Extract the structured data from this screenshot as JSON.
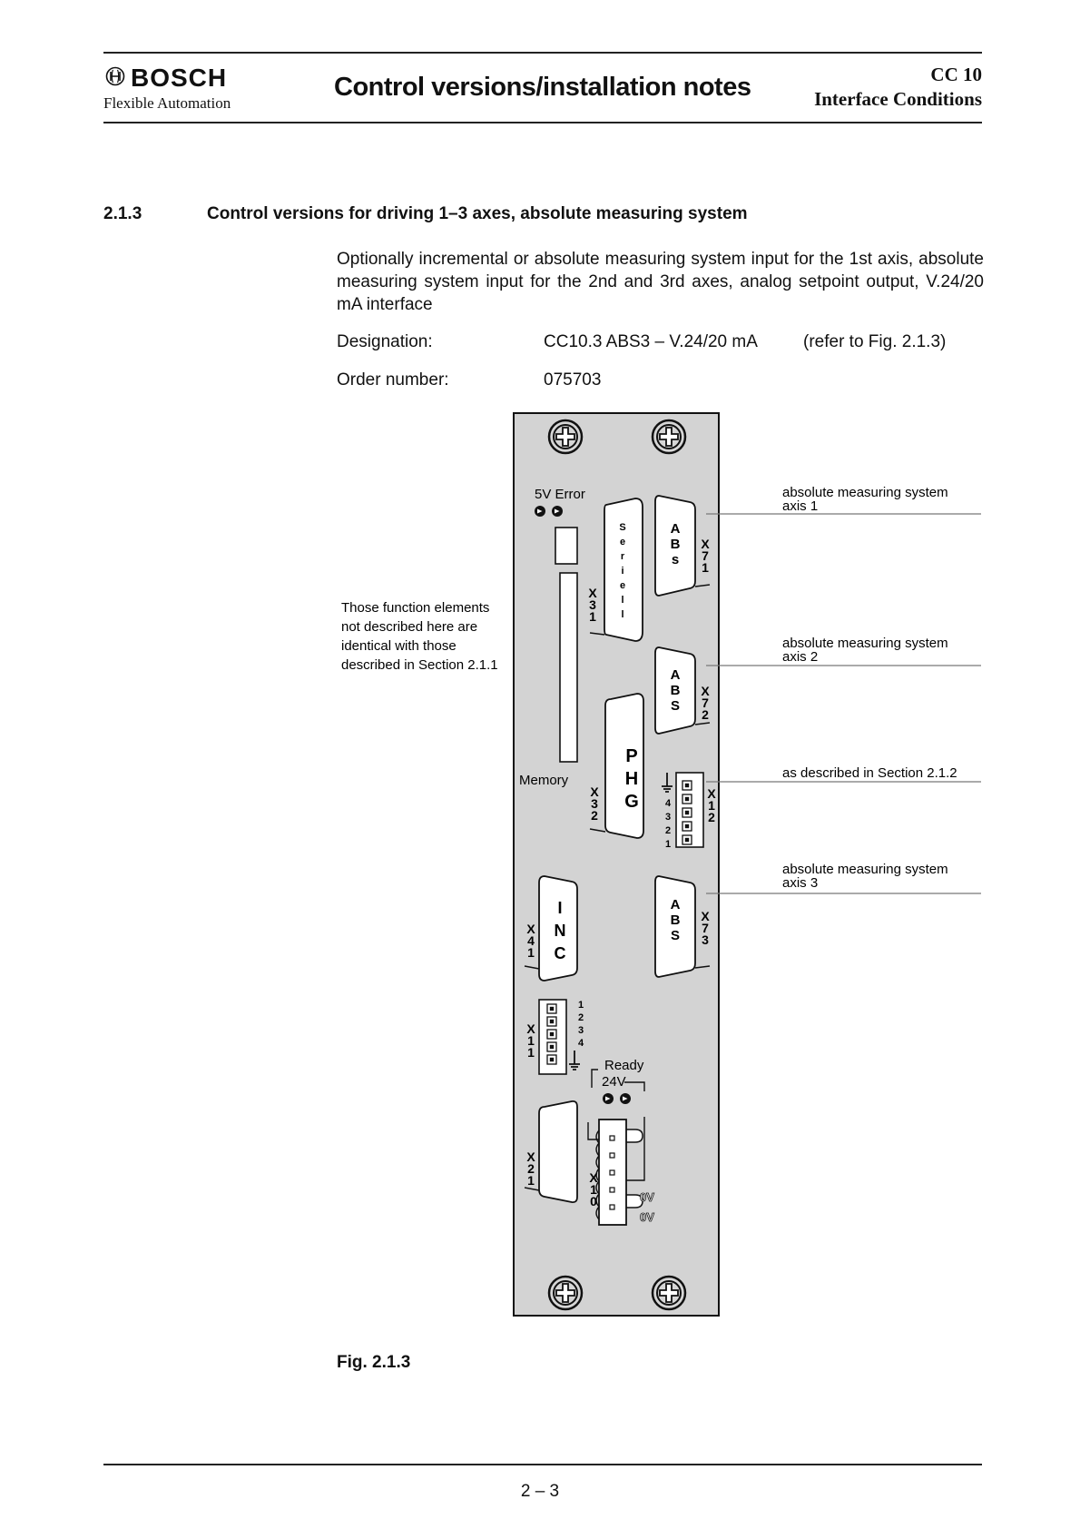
{
  "header": {
    "brand": "BOSCH",
    "brand_sub": "Flexible Automation",
    "title": "Control versions/installation notes",
    "right_line1": "CC 10",
    "right_line2": "Interface Conditions"
  },
  "section": {
    "number": "2.1.3",
    "title": "Control versions for driving 1–3 axes, absolute measuring system"
  },
  "body": {
    "paragraph": "Optionally incremental or absolute measuring system input for the 1st axis, absolute measuring system input for the 2nd and 3rd axes, analog setpoint output, V.24/20 mA interface",
    "designation_label": "Designation:",
    "designation_value": "CC10.3 ABS3 – V.24/20 mA",
    "designation_ref": "(refer to Fig. 2.1.3)",
    "order_label": "Order number:",
    "order_value": "075703"
  },
  "figure": {
    "caption": "Fig. 2.1.3",
    "callouts": {
      "axis1_line1": "absolute measuring system",
      "axis1_line2": "axis 1",
      "axis2_line1": "absolute measuring system",
      "axis2_line2": "axis 2",
      "section212": "as described in Section 2.1.2",
      "axis3_line1": "absolute measuring system",
      "axis3_line2": "axis 3"
    },
    "note_lines": [
      "Those function elements",
      "not described here are",
      "identical with those",
      "described in Section 2.1.1"
    ],
    "labels": {
      "led_top": "5V  Error",
      "memory": "Memory",
      "ready": "Ready",
      "v24": "24V",
      "ov1": "0V",
      "ov2": "0V"
    },
    "connectors": {
      "x31": [
        "X",
        "3",
        "1"
      ],
      "seriell": [
        "S",
        "e",
        "r",
        "i",
        "e",
        "l",
        "l"
      ],
      "x71": [
        "X",
        "7",
        "1"
      ],
      "abs1": [
        "A",
        "B",
        "s"
      ],
      "x72": [
        "X",
        "7",
        "2"
      ],
      "abs2": [
        "A",
        "B",
        "S"
      ],
      "x32": [
        "X",
        "3",
        "2"
      ],
      "phg": [
        "P",
        "H",
        "G"
      ],
      "x12": [
        "X",
        "1",
        "2"
      ],
      "x12_pins": [
        "4",
        "3",
        "2",
        "1"
      ],
      "x41": [
        "X",
        "4",
        "1"
      ],
      "inc": [
        "I",
        "N",
        "C"
      ],
      "x73": [
        "X",
        "7",
        "3"
      ],
      "abs3": [
        "A",
        "B",
        "S"
      ],
      "x11": [
        "X",
        "1",
        "1"
      ],
      "x11_pins": [
        "1",
        "2",
        "3",
        "4"
      ],
      "x21": [
        "X",
        "2",
        "1"
      ],
      "x10": [
        "X",
        "1",
        "0"
      ]
    }
  },
  "footer": {
    "page": "2 – 3"
  }
}
